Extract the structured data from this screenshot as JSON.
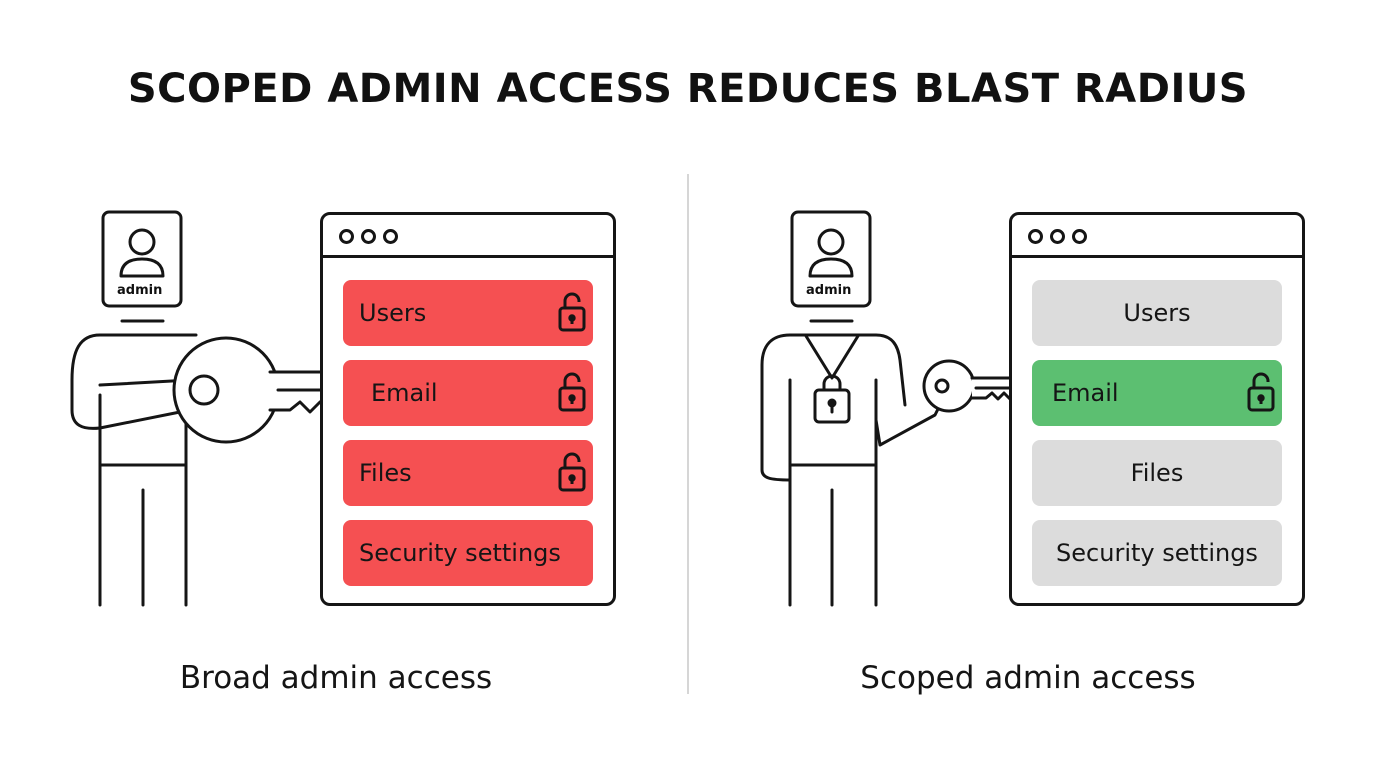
{
  "title": "SCOPED ADMIN ACCESS REDUCES BLAST RADIUS",
  "badge_label": "admin",
  "panels": {
    "broad": {
      "caption": "Broad admin access",
      "rows": [
        {
          "label": "Users",
          "state": "unlocked"
        },
        {
          "label": "Email",
          "state": "unlocked"
        },
        {
          "label": "Files",
          "state": "unlocked"
        },
        {
          "label": "Security settings",
          "state": "exposed"
        }
      ]
    },
    "scoped": {
      "caption": "Scoped admin access",
      "rows": [
        {
          "label": "Users",
          "state": "no-access"
        },
        {
          "label": "Email",
          "state": "unlocked"
        },
        {
          "label": "Files",
          "state": "no-access"
        },
        {
          "label": "Security settings",
          "state": "no-access"
        }
      ]
    }
  },
  "colors": {
    "exposed": "#f55052",
    "granted": "#5cbf71",
    "no_access": "#dcdcdc",
    "outline": "#151515"
  }
}
